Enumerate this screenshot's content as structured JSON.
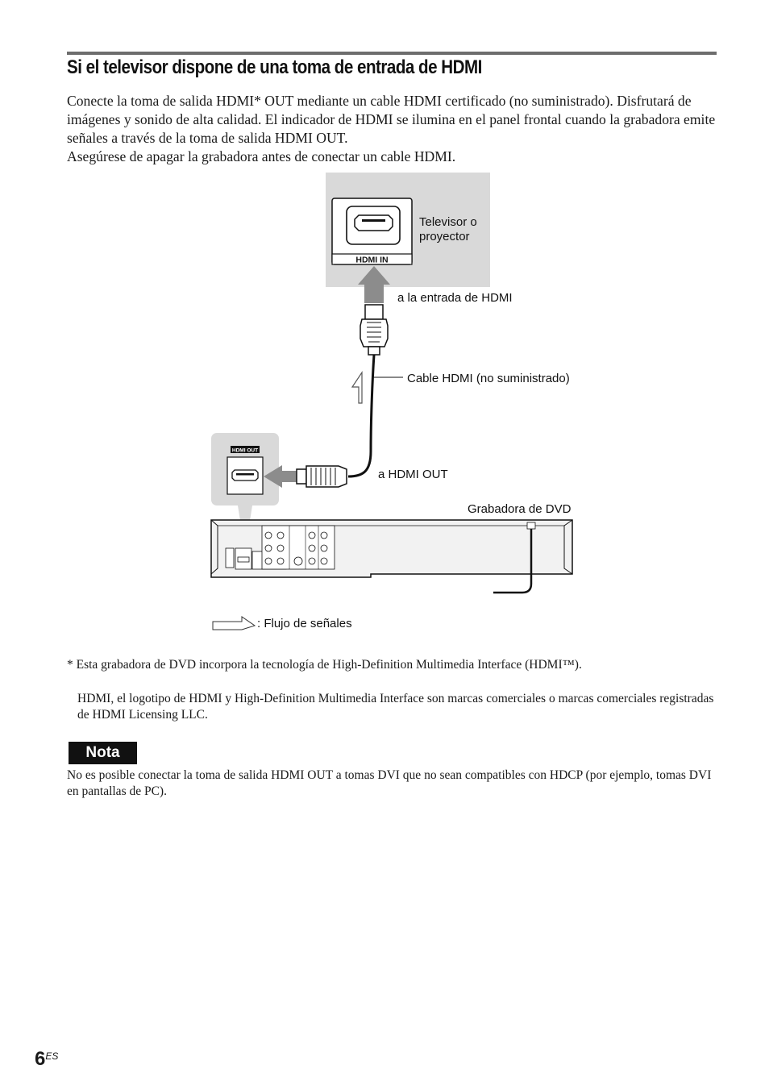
{
  "heading": "Si el televisor dispone de una toma de entrada de HDMI",
  "intro": [
    "Conecte la toma de salida HDMI* OUT mediante un cable HDMI certificado (no suministrado). Disfrutará de imágenes y sonido de alta calidad. El indicador de HDMI se ilumina en el panel frontal cuando la grabadora emite señales a través de la toma de salida HDMI OUT.",
    "Asegúrese de apagar la grabadora antes de conectar un cable HDMI."
  ],
  "diagram": {
    "tv_port_label": "HDMI IN",
    "tv_label_line1": "Televisor o",
    "tv_label_line2": "proyector",
    "to_hdmi_input": "a la entrada de HDMI",
    "cable_label": "Cable HDMI (no suministrado)",
    "recorder_port_label": "HDMI OUT",
    "to_hdmi_out": "a HDMI OUT",
    "recorder_label": "Grabadora de DVD",
    "legend_text": ": Flujo de señales"
  },
  "footnotes": [
    "* Esta grabadora de DVD incorpora la tecnología de High-Definition Multimedia Interface (HDMI™).",
    "HDMI, el logotipo de HDMI y High-Definition Multimedia Interface son marcas comerciales o marcas comerciales registradas de HDMI Licensing LLC."
  ],
  "note": {
    "badge": "Nota",
    "text": "No es posible conectar la toma de salida HDMI OUT a tomas DVI que no sean compatibles con HDCP (por ejemplo, tomas DVI en pantallas de PC)."
  },
  "page": {
    "number": "6",
    "suffix": "ES"
  },
  "colors": {
    "panel_gray": "#d9d9d9",
    "arrow_gray": "#8c8c8c",
    "rule": "#6d6d6d"
  }
}
